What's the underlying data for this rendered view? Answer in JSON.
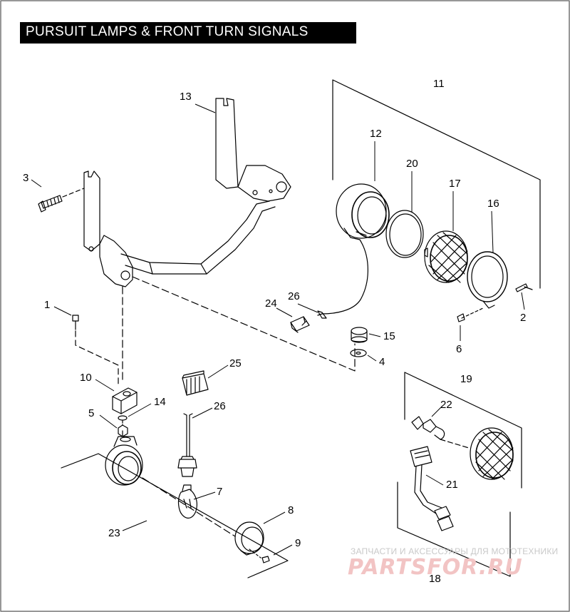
{
  "title": "PURSUIT LAMPS & FRONT TURN SIGNALS",
  "callouts": [
    "1",
    "2",
    "3",
    "4",
    "5",
    "6",
    "7",
    "8",
    "9",
    "10",
    "11",
    "12",
    "13",
    "14",
    "15",
    "16",
    "17",
    "18",
    "19",
    "20",
    "21",
    "22",
    "23",
    "24",
    "25",
    "26",
    "26"
  ],
  "watermark": {
    "caption": "ЗАПЧАСТИ И АКСЕССУАРЫ ДЛЯ МОТОТЕХНИКИ",
    "logo": "PARTSFOR.RU"
  },
  "colors": {
    "ink": "#000000",
    "title_bg": "#000000",
    "title_fg": "#ffffff",
    "watermark_logo": "#f2c4c4",
    "watermark_caption": "#c9c9c9"
  }
}
